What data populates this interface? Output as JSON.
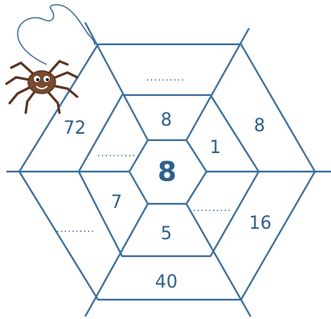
{
  "puzzle": {
    "center": "8",
    "inner_ring": {
      "top": "8",
      "upper_right": "1",
      "lower_right": "..........",
      "bottom": "5",
      "lower_left": "7",
      "upper_left": ".........."
    },
    "outer_ring": {
      "top": "..........",
      "upper_right": "8",
      "lower_right": "16",
      "bottom": "40",
      "lower_left": "..........",
      "upper_left": "72"
    }
  },
  "colors": {
    "line": "#3d6f9c",
    "text": "#2f5f8a",
    "spider_body": "#7a4a2e",
    "thread": "#3d6f9c"
  },
  "icons": [
    "spider-icon"
  ]
}
